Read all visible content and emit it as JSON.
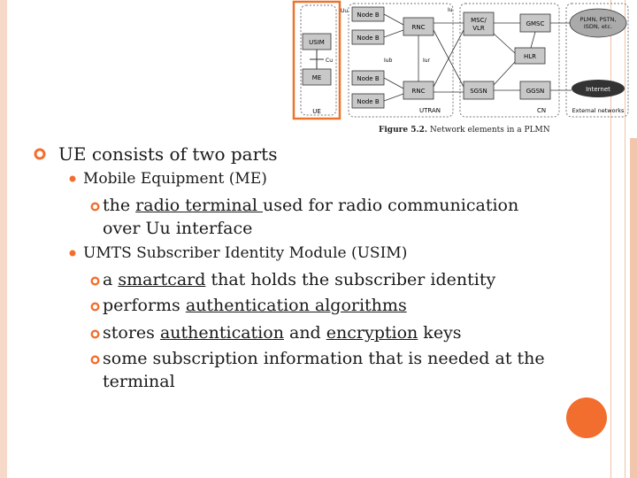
{
  "colors": {
    "accent": "#f26e2e",
    "highlight_box": "#e9752c",
    "edge": "#f6d9c9"
  },
  "diagram": {
    "labels": {
      "uu": "Uu",
      "iu": "Iu",
      "iub": "Iub",
      "iur": "Iur",
      "cu": "Cu",
      "node_b": "Node B",
      "rnc": "RNC",
      "msc_vlr_1": "MSC/",
      "msc_vlr_2": "VLR",
      "gmsc": "GMSC",
      "hlr": "HLR",
      "sgsn": "SGSN",
      "ggsn": "GGSN",
      "plmn_1": "PLMN, PSTN,",
      "plmn_2": "ISDN, etc.",
      "internet": "Internet",
      "usim": "USIM",
      "me": "ME",
      "ue": "UE",
      "utran": "UTRAN",
      "cn": "CN",
      "external": "External networks"
    },
    "caption_figure": "Figure 5.2.",
    "caption_text": "Network elements in a PLMN"
  },
  "content": {
    "main_point": "UE consists of two parts",
    "me": {
      "title": "Mobile Equipment (ME)",
      "item_pre": "the ",
      "item_link": "radio terminal ",
      "item_post": "used for radio communication",
      "item_cont": "over Uu interface"
    },
    "usim": {
      "title": "UMTS Subscriber Identity Module (USIM)",
      "i1_pre": "a ",
      "i1_link": "smartcard",
      "i1_post": " that holds the subscriber identity",
      "i2_pre": "performs ",
      "i2_link": "authentication algorithms",
      "i3_pre": "stores ",
      "i3_link1": "authentication",
      "i3_mid": " and ",
      "i3_link2": "encryption",
      "i3_post": " keys",
      "i4_line1": "some subscription information that is needed at the",
      "i4_line2": "terminal"
    }
  }
}
